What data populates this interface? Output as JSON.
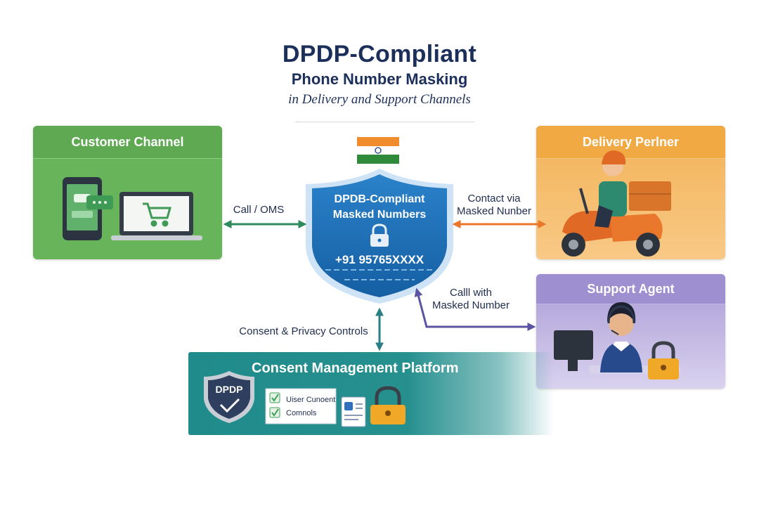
{
  "header": {
    "title": "DPDP-Compliant",
    "subtitle": "Phone Number Masking",
    "tagline": "in Delivery and Support Channels"
  },
  "nodes": {
    "customer": {
      "title": "Customer Channel"
    },
    "delivery": {
      "title": "Delivery Perlner"
    },
    "support": {
      "title": "Support Agent"
    },
    "masking": {
      "title_line1": "DPDB-Compliant",
      "title_line2": "Masked Numbers",
      "masked_number": "+91 95765XXXX"
    },
    "consent": {
      "title": "Consent Management Platform",
      "badge": "DPDP",
      "items": [
        "Uiser Cunoent",
        "Comnols"
      ]
    }
  },
  "edges": {
    "customer_masking": "Call / OMS",
    "delivery_masking": [
      "Contact via",
      "Masked Nunber"
    ],
    "support_masking": [
      "Calll with",
      "Masked Number"
    ],
    "consent_masking": "Consent & Privacy Controls"
  },
  "colors": {
    "customer": "#67b45a",
    "delivery": "#f3b257",
    "support": "#a99bd6",
    "shield": "#1d6fb8",
    "consent": "#1f8b8a",
    "arrow_green": "#2f8a5c",
    "arrow_orange": "#e8772b",
    "arrow_purple": "#5a54a3",
    "arrow_teal": "#2a7f86",
    "title": "#1c2f5a"
  }
}
